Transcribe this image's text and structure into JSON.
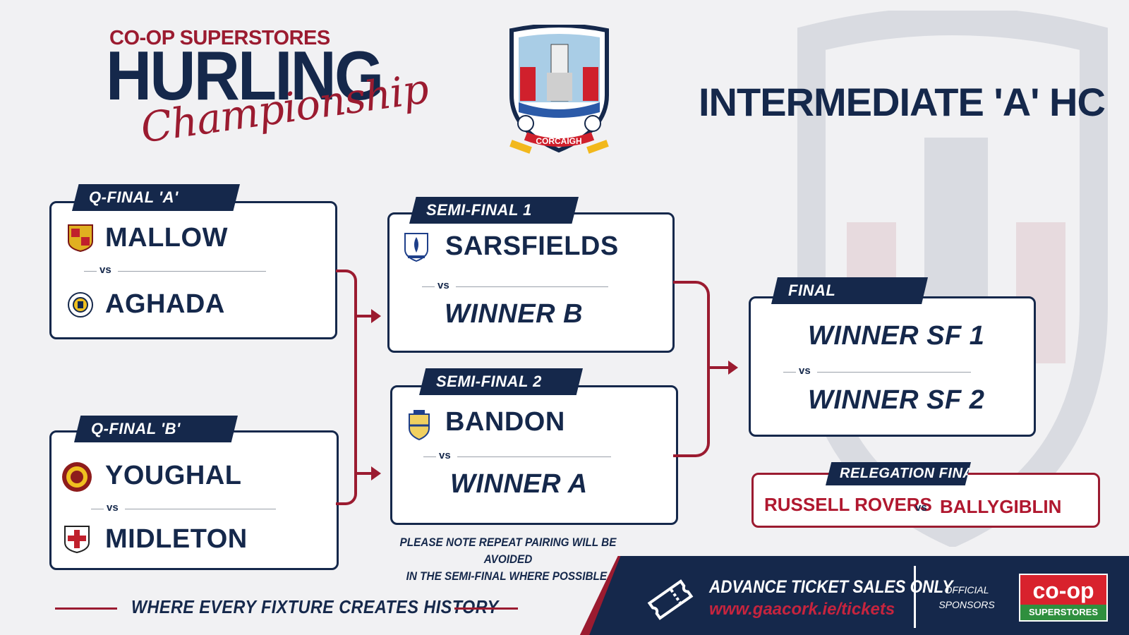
{
  "header": {
    "sponsor_line": "CO-OP SUPERSTORES",
    "title_main": "HURLING",
    "title_script": "Championship",
    "crest_text": "CORCAIGH",
    "competition": "INTERMEDIATE 'A' HC"
  },
  "qf_a": {
    "label": "Q-FINAL 'A'",
    "home": "MALLOW",
    "vs": "vs",
    "away": "AGHADA"
  },
  "qf_b": {
    "label": "Q-FINAL 'B'",
    "home": "YOUGHAL",
    "vs": "vs",
    "away": "MIDLETON"
  },
  "sf1": {
    "label": "SEMI-FINAL 1",
    "home": "SARSFIELDS",
    "vs": "vs",
    "away": "WINNER B"
  },
  "sf2": {
    "label": "SEMI-FINAL 2",
    "home": "BANDON",
    "vs": "vs",
    "away": "WINNER A"
  },
  "final": {
    "label": "FINAL",
    "home": "WINNER SF 1",
    "vs": "vs",
    "away": "WINNER SF 2"
  },
  "relegation": {
    "label": "RELEGATION FINAL",
    "home": "RUSSELL ROVERS",
    "vs": "vs",
    "away": "BALLYGIBLIN"
  },
  "note_lines": [
    "PLEASE NOTE REPEAT PAIRING WILL BE AVOIDED",
    "IN THE SEMI-FINAL WHERE POSSIBLE."
  ],
  "tagline": "WHERE EVERY FIXTURE CREATES HISTORY",
  "banner": {
    "headline": "ADVANCE TICKET SALES ONLY",
    "url": "www.gaacork.ie/tickets",
    "sponsor_label_1": "OFFICIAL",
    "sponsor_label_2": "SPONSORS",
    "coop_big": "co-op",
    "coop_small": "SUPERSTORES"
  },
  "colors": {
    "navy": "#15284b",
    "maroon": "#9b1b30",
    "red": "#b0182f",
    "background": "#f1f1f3"
  }
}
